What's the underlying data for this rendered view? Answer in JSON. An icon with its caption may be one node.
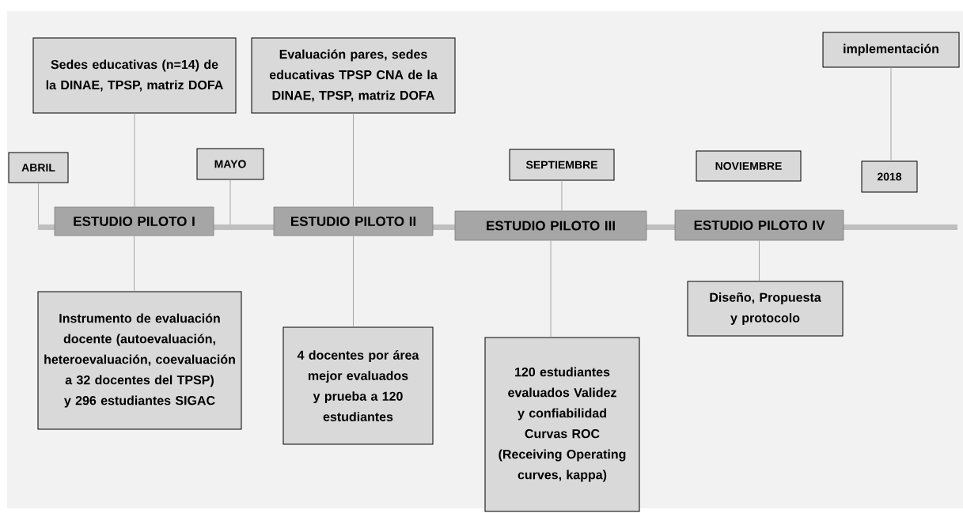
{
  "diagram": {
    "nodes": [
      {
        "text": [
          "Sedes educativas (n=14) de la DINAE, TPSP, matriz DOFA"
        ]
      },
      {
        "text": [
          "Evaluación pares, sedes educativas TPSP CNA  de la DINAE, TPSP, matriz DOFA"
        ]
      },
      {
        "text": [
          "implementación"
        ]
      },
      {
        "text": [
          "ABRIL"
        ]
      },
      {
        "text": [
          "MAYO"
        ]
      },
      {
        "text": [
          "SEPTIEMBRE"
        ]
      },
      {
        "text": [
          "NOVIEMBRE"
        ]
      },
      {
        "text": [
          "2018"
        ]
      },
      {
        "text": [
          "ESTUDIO PILOTO I"
        ]
      },
      {
        "text": [
          "ESTUDIO PILOTO II"
        ]
      },
      {
        "text": [
          "ESTUDIO PILOTO III"
        ]
      },
      {
        "text": [
          "ESTUDIO PILOTO IV"
        ]
      },
      {
        "text": [
          "Instrumento de evaluación docente (autoevaluación, heteroevaluación, coevaluación a 32 docentes del TPSP) y  296 estudiantes SIGAC"
        ]
      },
      {
        "text": [
          "4 docentes por área mejor evaluados y prueba a 120 estudiantes"
        ]
      },
      {
        "text": [
          "120 estudiantes evaluados Validez y confiabilidad Curvas ROC (Receiving Operating curves, kappa)"
        ]
      },
      {
        "text": [
          "Diseño, Propuesta y protocolo"
        ]
      }
    ],
    "edges": [
      {
        "from": 0,
        "to": 8,
        "arrow": "none"
      },
      {
        "from": 1,
        "to": 9,
        "arrow": "none"
      },
      {
        "from": 2,
        "to": 7,
        "arrow": "none"
      },
      {
        "from": 3,
        "to": null,
        "arrow": "none"
      },
      {
        "from": 4,
        "to": null,
        "arrow": "none"
      },
      {
        "from": 5,
        "to": 10,
        "arrow": "none"
      },
      {
        "from": 8,
        "to": 12,
        "arrow": "none"
      },
      {
        "from": 9,
        "to": 13,
        "arrow": "none"
      },
      {
        "from": 10,
        "to": 14,
        "arrow": "none"
      },
      {
        "from": 11,
        "to": 15,
        "arrow": "none"
      }
    ]
  }
}
